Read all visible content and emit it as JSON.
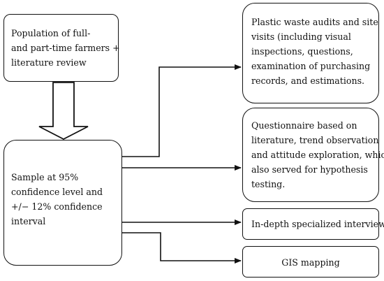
{
  "nodes": {
    "population": {
      "lines": [
        "Population of full-",
        "and part-time farmers +",
        "literature review"
      ]
    },
    "sample": {
      "lines": [
        "Sample at 95%",
        "confidence level and",
        "+/− 12% confidence",
        "interval"
      ]
    },
    "audits": {
      "lines": [
        "Plastic waste audits and site",
        "visits (including visual",
        "inspections, questions,",
        "examination of purchasing",
        "records, and estimations."
      ]
    },
    "questionnaire": {
      "lines": [
        "Questionnaire based on",
        "literature, trend observation",
        "and attitude exploration, which",
        "also served for hypothesis",
        "testing."
      ]
    },
    "interviews": {
      "lines": [
        "In-depth specialized interviews"
      ]
    },
    "gis": {
      "lines": [
        "GIS mapping"
      ]
    }
  },
  "edges": [
    {
      "from": "population",
      "to": "sample",
      "style": "hollow-block-arrow"
    },
    {
      "from": "sample",
      "to": "audits",
      "style": "elbow-arrow"
    },
    {
      "from": "sample",
      "to": "questionnaire",
      "style": "straight-arrow"
    },
    {
      "from": "sample",
      "to": "interviews",
      "style": "straight-arrow"
    },
    {
      "from": "sample",
      "to": "gis",
      "style": "elbow-arrow"
    }
  ],
  "colors": {
    "stroke": "#111111",
    "background": "#ffffff"
  }
}
